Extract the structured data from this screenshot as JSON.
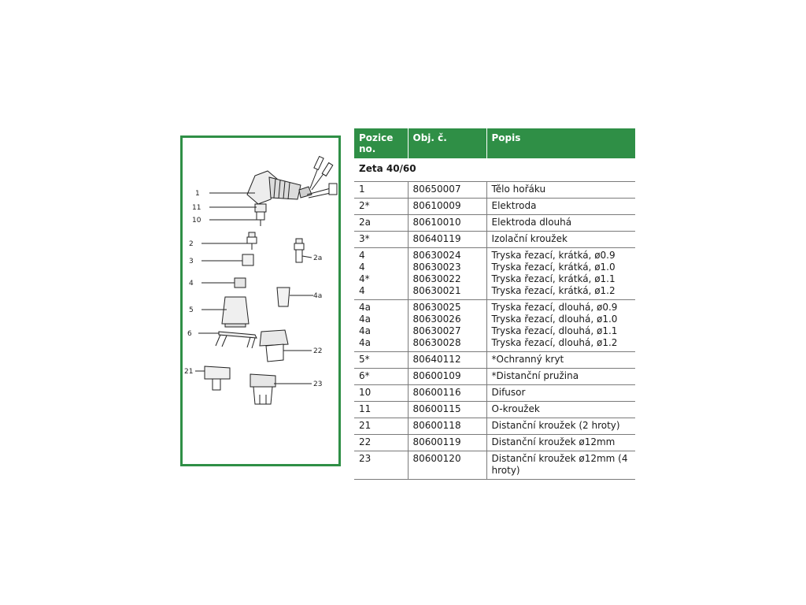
{
  "table": {
    "headers": [
      "Pozice no.",
      "Obj. č.",
      "Popis"
    ],
    "section": "Zeta 40/60",
    "rows": [
      {
        "pos": "1",
        "obj": "80650007",
        "popis": "Tělo hořáku"
      },
      {
        "pos": "2*",
        "obj": "80610009",
        "popis": "Elektroda"
      },
      {
        "pos": "2a",
        "obj": "80610010",
        "popis": "Elektroda dlouhá"
      },
      {
        "pos": "3*",
        "obj": "80640119",
        "popis": "Izolační kroužek"
      },
      {
        "pos": "4\n4\n4*\n4",
        "obj": "80630024\n80630023\n80630022\n80630021",
        "popis": "Tryska řezací, krátká, ø0.9\nTryska řezací, krátká, ø1.0\nTryska řezací, krátká, ø1.1\nTryska řezací, krátká, ø1.2\n "
      },
      {
        "pos": "4a\n4a\n4a\n4a",
        "obj": "80630025\n80630026\n80630027\n80630028",
        "popis": "Tryska řezací, dlouhá, ø0.9\nTryska řezací, dlouhá, ø1.0\nTryska řezací, dlouhá, ø1.1\nTryska řezací, dlouhá, ø1.2"
      },
      {
        "pos": "5*",
        "obj": "80640112",
        "popis": "*Ochranný kryt"
      },
      {
        "pos": "6*",
        "obj": "80600109",
        "popis": "*Distanční pružina"
      },
      {
        "pos": "10",
        "obj": "80600116",
        "popis": "Difusor"
      },
      {
        "pos": "11",
        "obj": "80600115",
        "popis": "O-kroužek"
      },
      {
        "pos": "21",
        "obj": "80600118",
        "popis": "Distanční kroužek (2 hroty)"
      },
      {
        "pos": "22",
        "obj": "80600119",
        "popis": "Distanční kroužek ø12mm"
      },
      {
        "pos": "23",
        "obj": "80600120",
        "popis": "Distanční kroužek ø12mm (4 hroty)"
      }
    ]
  },
  "diagram": {
    "callouts": [
      "1",
      "11",
      "10",
      "2",
      "2a",
      "3",
      "4",
      "4a",
      "5",
      "6",
      "21",
      "22",
      "23"
    ]
  },
  "colors": {
    "accent_green": "#2f8f46",
    "rule_gray": "#7a7a7a"
  }
}
